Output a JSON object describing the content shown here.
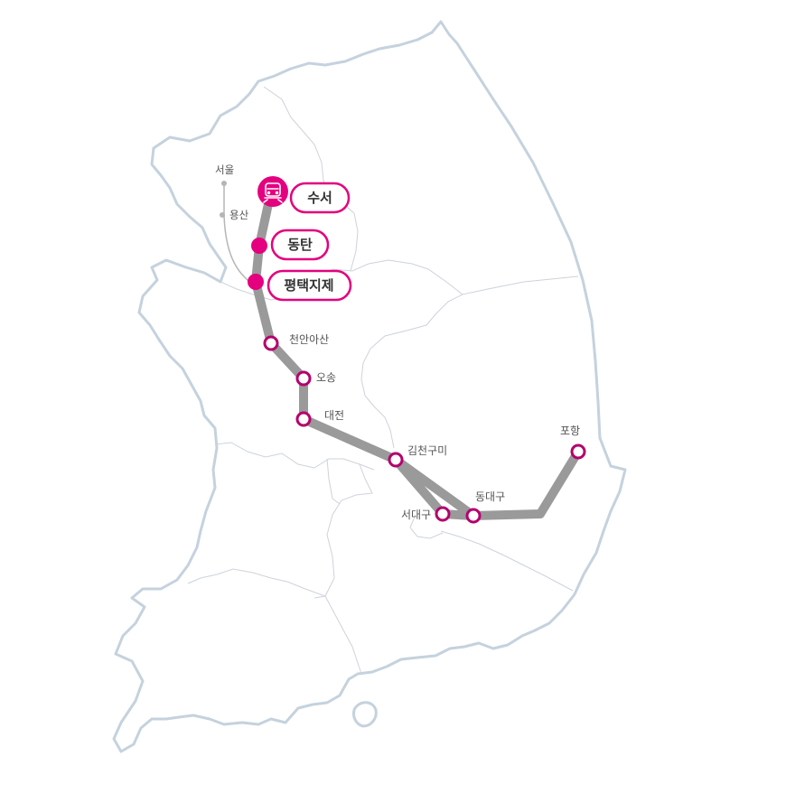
{
  "colors": {
    "accent": "#e4007f",
    "route": "#9a9a9a",
    "border": "#c5d2de",
    "station_ring": "#b4006e",
    "minor_line": "#b5b5b5"
  },
  "icons": {
    "train": "train-icon"
  },
  "stations": {
    "suseo": "수서",
    "dongtan": "동탄",
    "pyeongtaek": "평택지제",
    "cheonan": "천안아산",
    "osong": "오송",
    "daejeon": "대전",
    "gimcheon": "김천구미",
    "dongdaegu": "동대구",
    "seodaegu": "서대구",
    "pohang": "포항"
  },
  "reference_stations": {
    "seoul": "서울",
    "yongsan": "용산"
  }
}
